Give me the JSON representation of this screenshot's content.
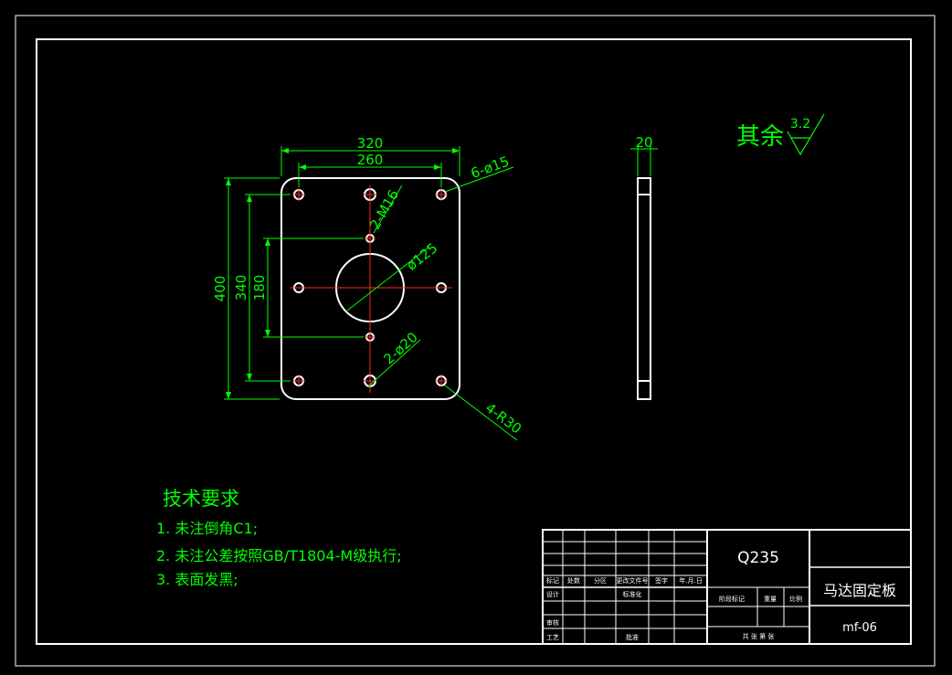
{
  "drawing": {
    "title": "马达固定板",
    "drawing_no": "mf-06",
    "material": "Q235",
    "surface_finish": {
      "prefix": "其余",
      "ra": "3.2"
    }
  },
  "dimensions": {
    "outer_width": "320",
    "hole_span_x": "260",
    "outer_height": "400",
    "hole_span_y": "340",
    "inner_span_y": "180",
    "corner_holes": "6-ø15",
    "threaded_holes": "2-M16",
    "center_bore": "ø125",
    "pin_holes": "2-ø20",
    "corner_radius": "4-R30",
    "thickness": "20"
  },
  "technical_requirements": {
    "heading": "技术要求",
    "items": [
      "1. 未注倒角C1;",
      "2. 未注公差按照GB/T1804-M级执行;",
      "3. 表面发黑;"
    ]
  },
  "title_block": {
    "row_labels": [
      "标记",
      "处数",
      "分区",
      "更改文件号",
      "签字",
      "年.月.日"
    ],
    "design": "设计",
    "standardization": "标准化",
    "review": "审核",
    "process": "工艺",
    "approve": "批准",
    "stage_mark": "阶段标记",
    "weight": "重量",
    "scale": "比例",
    "sheets": "共 张 第 张"
  }
}
